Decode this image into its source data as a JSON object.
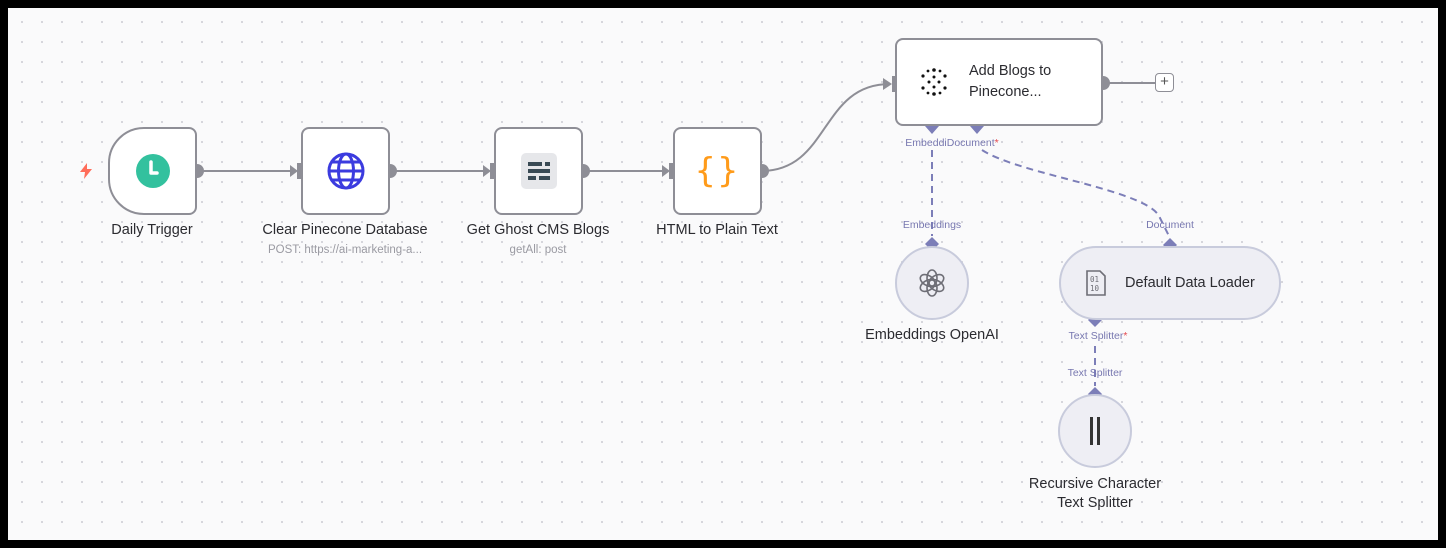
{
  "colors": {
    "trigger": "#33c19e",
    "http": "#3b3bdf",
    "code": "#ff9b1a",
    "ai_handle": "#7c7eb8",
    "required": "#e5484d"
  },
  "nodes": {
    "daily_trigger": {
      "label": "Daily Trigger",
      "icon": "clock-icon"
    },
    "clear_pinecone": {
      "label": "Clear Pinecone Database",
      "subtitle": "POST: https://ai-marketing-a...",
      "icon": "globe-icon"
    },
    "get_ghost": {
      "label": "Get Ghost CMS Blogs",
      "subtitle": "getAll: post",
      "icon": "ghost-icon"
    },
    "html_to_text": {
      "label": "HTML to Plain Text",
      "icon": "code-braces-icon",
      "glyph": "{}"
    },
    "add_blogs": {
      "label_line1": "Add Blogs to",
      "label_line2": "Pinecone...",
      "icon": "pinecone-icon"
    },
    "embeddings": {
      "label": "Embeddings OpenAI",
      "icon": "openai-icon"
    },
    "data_loader": {
      "label": "Default Data Loader",
      "icon": "binary-file-icon"
    },
    "text_splitter": {
      "label_line1": "Recursive Character",
      "label_line2": "Text Splitter",
      "icon": "splitter-icon"
    }
  },
  "handles": {
    "embedding_in": "Embeddi",
    "document_in": "Document",
    "required_mark": "*",
    "embeddings_out": "Embeddings",
    "document_out": "Document",
    "text_splitter_in": "Text Splitter",
    "text_splitter_out": "Text Splitter"
  }
}
